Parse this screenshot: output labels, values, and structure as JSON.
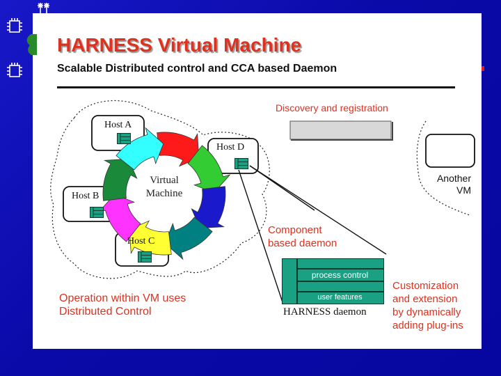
{
  "title": "HARNESS Virtual Machine",
  "subtitle": "Scalable Distributed control and CCA based Daemon",
  "diagram": {
    "discovery_label": "Discovery and registration",
    "hosts": {
      "a": "Host A",
      "b": "Host B",
      "c": "Host C",
      "d": "Host D"
    },
    "virtual_machine": {
      "line1": "Virtual",
      "line2": "Machine",
      "arrow_colors": [
        "#ff1a1a",
        "#33cc33",
        "#1a1acc",
        "#008080",
        "#ffff33",
        "#ff33ff",
        "#1a8a3a",
        "#33ffff"
      ]
    },
    "another_vm": {
      "line1": "Another",
      "line2": "VM"
    },
    "component_label": {
      "line1": "Component",
      "line2": "based daemon"
    },
    "daemon": {
      "row1": "process control",
      "row2": "user features",
      "label": "HARNESS daemon"
    },
    "operation_label": {
      "line1": "Operation within VM uses",
      "line2": "Distributed Control"
    },
    "customization_label": {
      "line1": "Customization",
      "line2": "and extension",
      "line3": "by dynamically",
      "line4": "adding plug-ins"
    }
  },
  "colors": {
    "title": "#e0301e",
    "teal": "#1aa082",
    "background": "#0a0aa8"
  },
  "icons": [
    "antenna-icon",
    "computer-chip-icon",
    "server-stack-icon"
  ]
}
